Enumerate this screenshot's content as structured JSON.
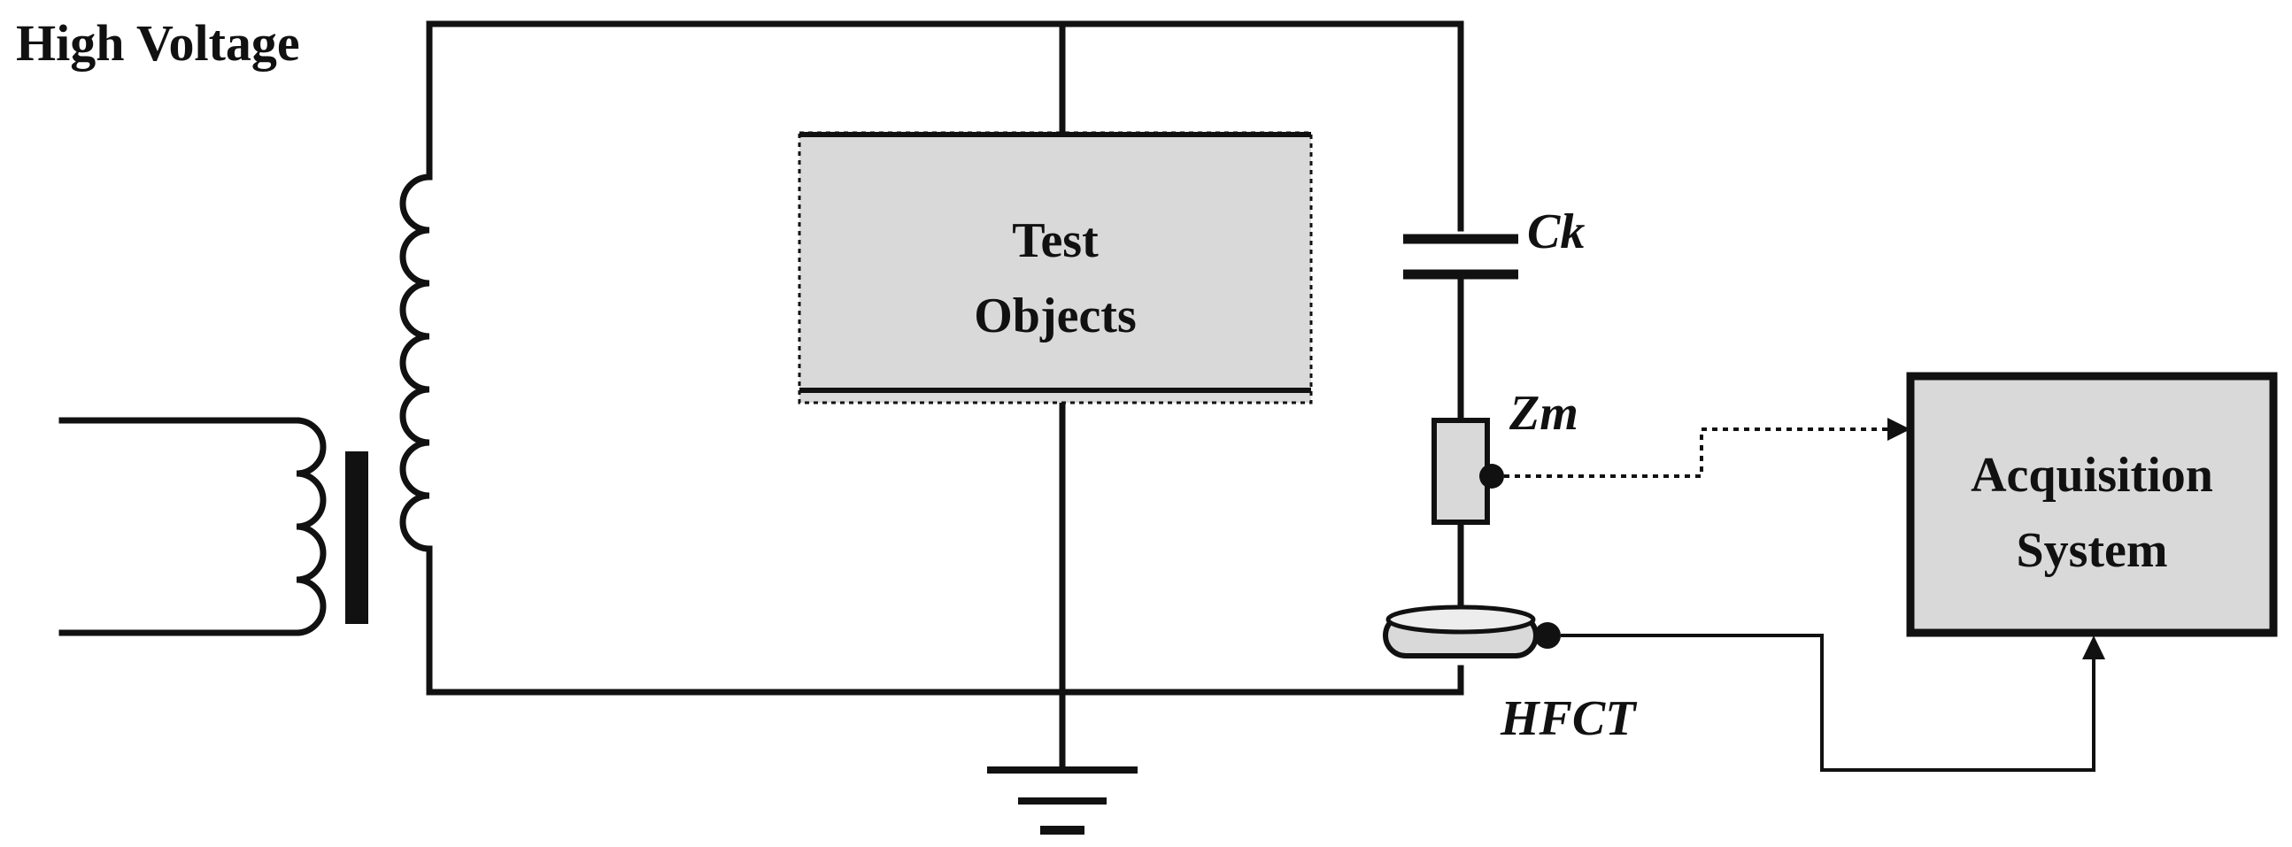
{
  "labels": {
    "high_voltage": "High Voltage",
    "test_objects_line1": "Test",
    "test_objects_line2": "Objects",
    "coupling_capacitor": "Ck",
    "measuring_impedance": "Zm",
    "acquisition_line1": "Acquisition",
    "acquisition_line2": "System",
    "hfct": "HFCT"
  },
  "colors": {
    "wire": "#111111",
    "box_fill": "#d9d9d9",
    "background": "#ffffff"
  },
  "icons": [
    "transformer-icon",
    "capacitor-icon",
    "impedance-icon",
    "hfct-sensor-icon",
    "ground-icon"
  ]
}
